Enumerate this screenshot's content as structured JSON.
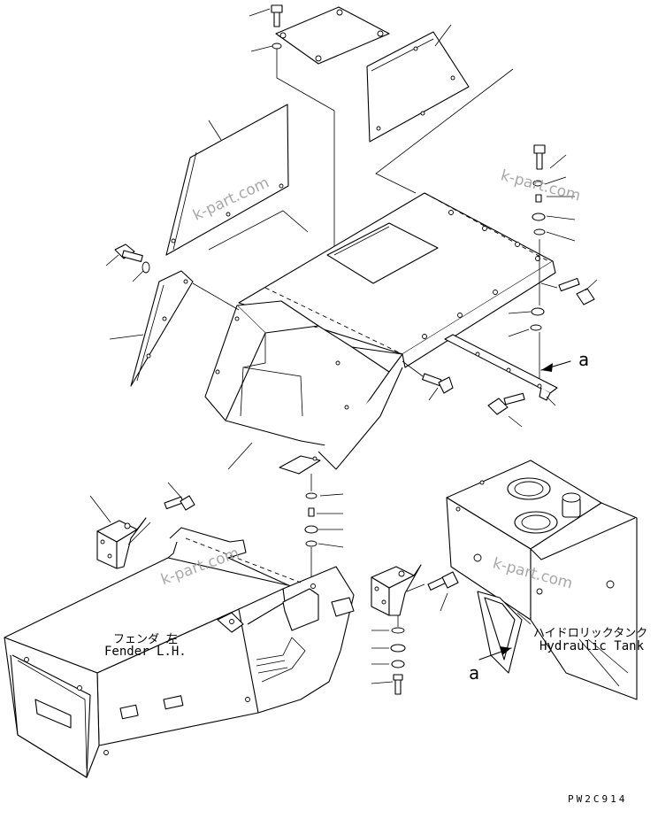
{
  "labels": {
    "fender_jp": "フェンダ 左",
    "fender_en": "Fender L.H.",
    "tank_jp": "ハイドロリックタンク",
    "tank_en": "Hydraulic Tank",
    "view_a_top": "a",
    "view_a_bottom": "a",
    "drawing_code": "PW2C914"
  },
  "watermarks": [
    "k-part.com",
    "k-part.com",
    "k-part.com",
    "k-part.com"
  ]
}
